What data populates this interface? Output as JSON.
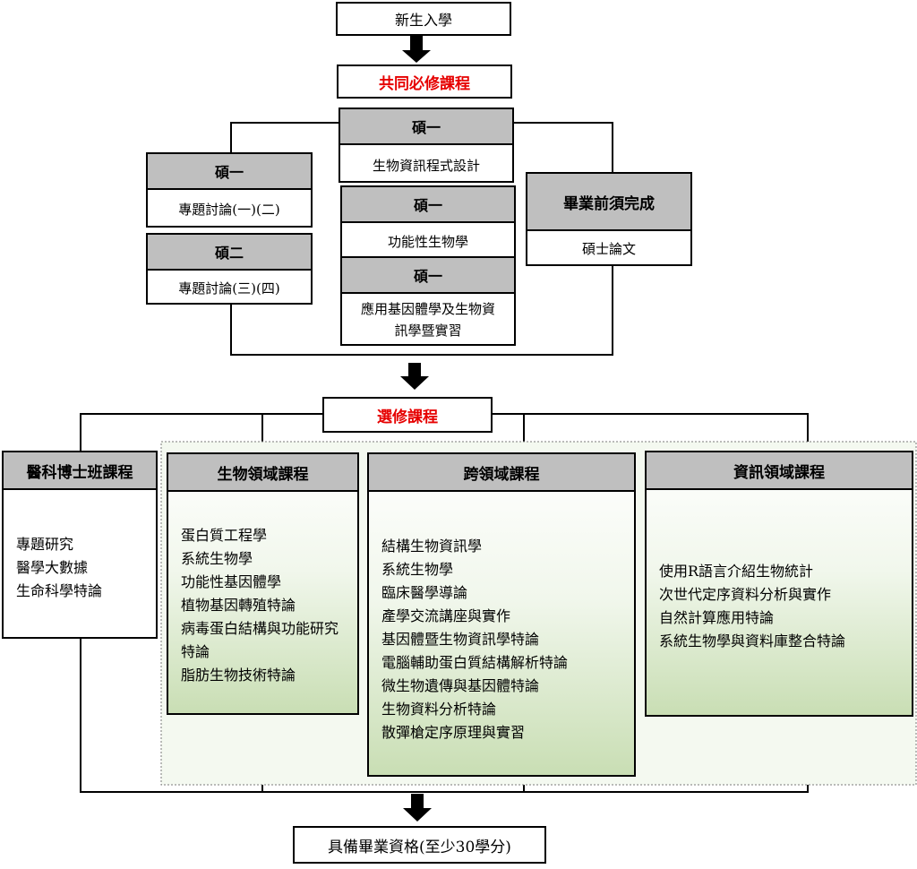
{
  "start": "新生入學",
  "required": {
    "title": "共同必修課程",
    "center": [
      {
        "year": "碩一",
        "course": "生物資訊程式設計"
      },
      {
        "year": "碩一",
        "course": "功能性生物學"
      },
      {
        "year": "碩一",
        "course": "應用基因體學及生物資訊學暨實習"
      }
    ],
    "left": [
      {
        "year": "碩一",
        "course": "專題討論(一)(二)"
      },
      {
        "year": "碩二",
        "course": "專題討論(三)(四)"
      }
    ],
    "right": {
      "title": "畢業前須完成",
      "course": "碩士論文"
    }
  },
  "elective": {
    "title": "選修課程",
    "groups": [
      {
        "title": "醫科博士班課程",
        "items": [
          "專題研究",
          "醫學大數據",
          "生命科學特論"
        ]
      },
      {
        "title": "生物領域課程",
        "items": [
          "蛋白質工程學",
          "系統生物學",
          "功能性基因體學",
          "植物基因轉殖特論",
          "病毒蛋白結構與功能研究特論",
          "脂肪生物技術特論"
        ]
      },
      {
        "title": "跨領域課程",
        "items": [
          "結構生物資訊學",
          "系統生物學",
          "臨床醫學導論",
          "產學交流講座與實作",
          "基因體暨生物資訊學特論",
          "電腦輔助蛋白質結構解析特論",
          "微生物遺傳與基因體特論",
          "生物資料分析特論",
          "散彈槍定序原理與實習"
        ]
      },
      {
        "title": "資訊領域課程",
        "items": [
          "使用R語言介紹生物統計",
          "次世代定序資料分析與實作",
          "自然計算應用特論",
          "系統生物學與資料庫整合特論"
        ]
      }
    ]
  },
  "end": "具備畢業資格(至少30學分)"
}
